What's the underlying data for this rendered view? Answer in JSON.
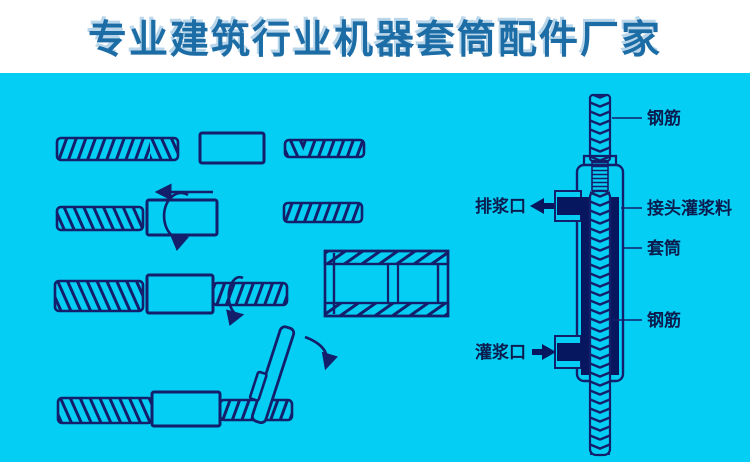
{
  "header": {
    "title": "专业建筑行业机器套筒配件厂家"
  },
  "colors": {
    "background": "#05cef4",
    "header_bg": "#ffffff",
    "title_text": "#1c6ca5",
    "title_shadow": "#b9d6ea",
    "line_ink": "#131f6b",
    "dark_fill": "#07175f",
    "label_text": "#0b1c4f"
  },
  "right_diagram": {
    "labels": {
      "rebar_top": "钢筋",
      "grout_outlet": "排浆口",
      "joint_grout_material": "接头灌浆料",
      "sleeve": "套筒",
      "rebar_bottom": "钢筋",
      "grout_inlet": "灌浆口"
    }
  }
}
